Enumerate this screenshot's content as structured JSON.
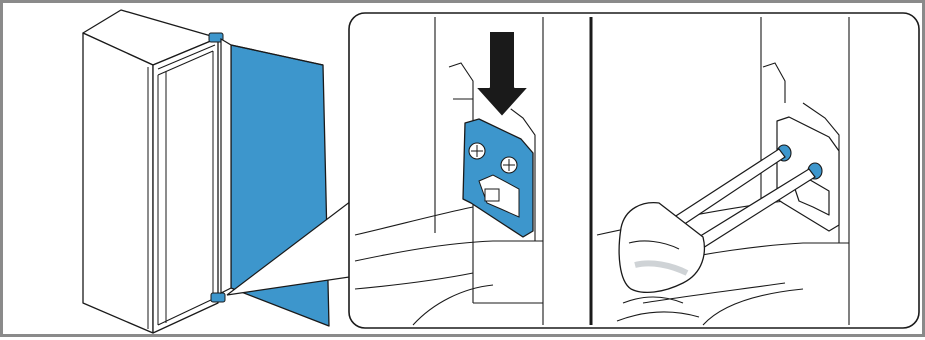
{
  "figure": {
    "kind": "installation-instruction-illustration",
    "panels": [
      {
        "id": "overview",
        "depicts": "fridge-with-door-panel"
      },
      {
        "id": "detail-left",
        "depicts": "hinge-plate-insert"
      },
      {
        "id": "detail-right",
        "depicts": "screwdriver-tighten"
      }
    ]
  },
  "colors": {
    "frame": "#8a8a8a",
    "line": "#1a1a1a",
    "door_blue": "#3d96cc",
    "hinge_blue": "#3d96cc",
    "arrow": "#1a1a1a",
    "background": "#ffffff"
  },
  "icons": {
    "arrow": "down-arrow-icon",
    "tool": "screwdriver-icon"
  }
}
